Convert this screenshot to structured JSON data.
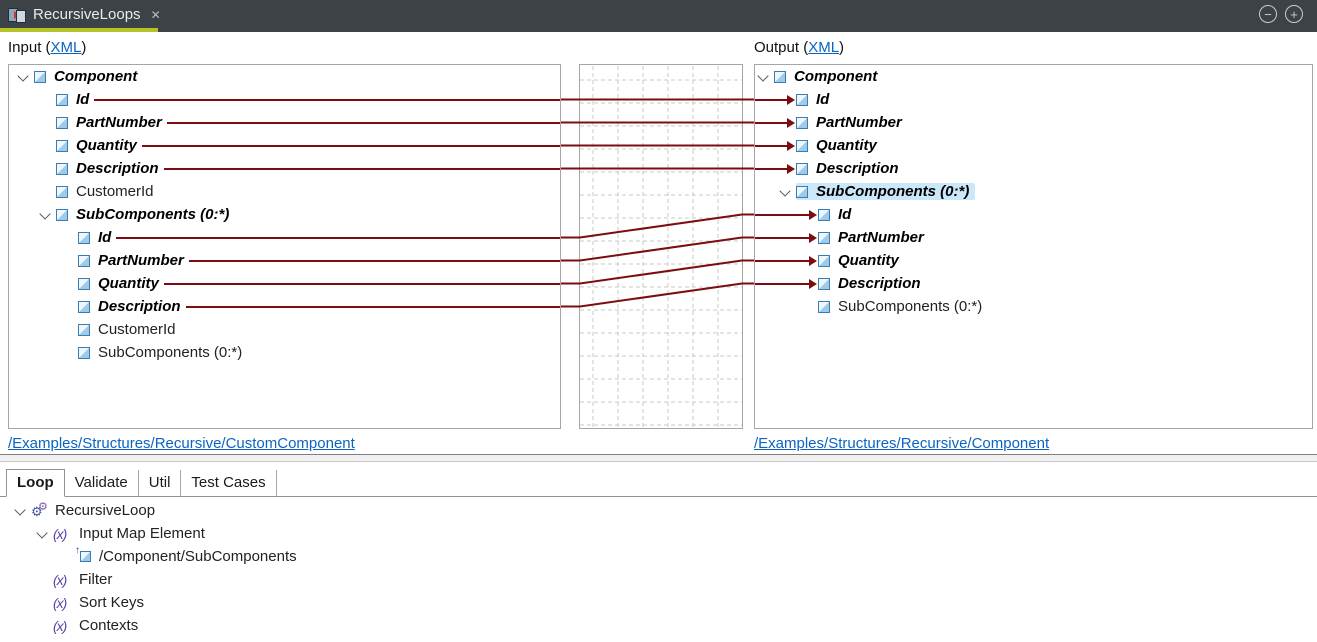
{
  "tab_bar": {
    "title": "RecursiveLoops",
    "close_glyph": "✕"
  },
  "window_controls": {
    "minimize_glyph": "−",
    "maximize_glyph": "+"
  },
  "input_panel": {
    "header_prefix": "Input (",
    "header_link": "XML",
    "header_suffix": ")",
    "footer_link": "/Examples/Structures/Recursive/CustomComponent",
    "rows": [
      {
        "label": "Component",
        "level": 0,
        "mapped": true,
        "chevron": true
      },
      {
        "label": "Id",
        "level": 1,
        "mapped": true,
        "line": true
      },
      {
        "label": "PartNumber",
        "level": 1,
        "mapped": true,
        "line": true
      },
      {
        "label": "Quantity",
        "level": 1,
        "mapped": true,
        "line": true
      },
      {
        "label": "Description",
        "level": 1,
        "mapped": true,
        "line": true
      },
      {
        "label": "CustomerId",
        "level": 1
      },
      {
        "label": "SubComponents (0:*)",
        "level": 1,
        "mapped": true,
        "chevron": true
      },
      {
        "label": "Id",
        "level": 2,
        "mapped": true,
        "line": true
      },
      {
        "label": "PartNumber",
        "level": 2,
        "mapped": true,
        "line": true
      },
      {
        "label": "Quantity",
        "level": 2,
        "mapped": true,
        "line": true
      },
      {
        "label": "Description",
        "level": 2,
        "mapped": true,
        "line": true
      },
      {
        "label": "CustomerId",
        "level": 2
      },
      {
        "label": "SubComponents (0:*)",
        "level": 2
      }
    ]
  },
  "output_panel": {
    "header_prefix": "Output (",
    "header_link": "XML",
    "header_suffix": ")",
    "footer_link": "/Examples/Structures/Recursive/Component",
    "rows": [
      {
        "label": "Component",
        "level": 0,
        "mapped": true,
        "chevron": true
      },
      {
        "label": "Id",
        "level": 1,
        "mapped": true,
        "arrow": true
      },
      {
        "label": "PartNumber",
        "level": 1,
        "mapped": true,
        "arrow": true
      },
      {
        "label": "Quantity",
        "level": 1,
        "mapped": true,
        "arrow": true
      },
      {
        "label": "Description",
        "level": 1,
        "mapped": true,
        "arrow": true
      },
      {
        "label": "SubComponents (0:*)",
        "level": 1,
        "mapped": true,
        "chevron": true,
        "selected": true
      },
      {
        "label": "Id",
        "level": 2,
        "mapped": true,
        "arrow": true
      },
      {
        "label": "PartNumber",
        "level": 2,
        "mapped": true,
        "arrow": true
      },
      {
        "label": "Quantity",
        "level": 2,
        "mapped": true,
        "arrow": true
      },
      {
        "label": "Description",
        "level": 2,
        "mapped": true,
        "arrow": true
      },
      {
        "label": "SubComponents (0:*)",
        "level": 2
      }
    ]
  },
  "connections": [
    {
      "from": 1,
      "to": 1
    },
    {
      "from": 2,
      "to": 2
    },
    {
      "from": 3,
      "to": 3
    },
    {
      "from": 4,
      "to": 4
    },
    {
      "from": 7,
      "to": 6
    },
    {
      "from": 8,
      "to": 7
    },
    {
      "from": 9,
      "to": 8
    },
    {
      "from": 10,
      "to": 9
    }
  ],
  "bottom_panel": {
    "tabs": [
      {
        "label": "Loop",
        "active": true
      },
      {
        "label": "Validate",
        "active": false
      },
      {
        "label": "Util",
        "active": false
      },
      {
        "label": "Test Cases",
        "active": false
      }
    ],
    "rows": [
      {
        "label": "RecursiveLoop",
        "level": 0,
        "chevron": true,
        "icon": "gears"
      },
      {
        "label": "Input Map Element",
        "level": 1,
        "chevron": true,
        "icon": "fx"
      },
      {
        "label": "/Component/SubComponents",
        "level": 2,
        "icon": "element-ref"
      },
      {
        "label": "Filter",
        "level": 1,
        "icon": "fx"
      },
      {
        "label": "Sort Keys",
        "level": 1,
        "icon": "fx"
      },
      {
        "label": "Contexts",
        "level": 1,
        "icon": "fx"
      }
    ]
  },
  "colors": {
    "mapping_line": "#7b0d10",
    "accent_underline": "#b4c428",
    "link": "#0a64c2",
    "selection": "#cbe7fa",
    "topbar_bg": "#3d4246",
    "grid_dash": "#c9c9c9"
  }
}
